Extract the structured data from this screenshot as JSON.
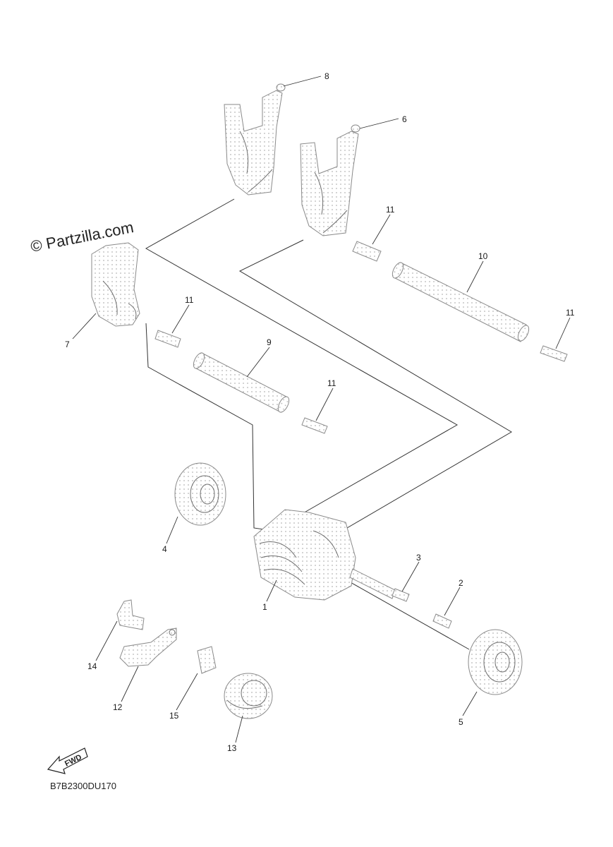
{
  "watermark": "© Partzilla.com",
  "diagram_code": "B7B2300DU170",
  "fwd_label": "FWD",
  "callouts": {
    "c1": "1",
    "c2": "2",
    "c3": "3",
    "c4": "4",
    "c5": "5",
    "c6": "6",
    "c7": "7",
    "c8": "8",
    "c9": "9",
    "c10": "10",
    "c11a": "11",
    "c11b": "11",
    "c11c": "11",
    "c11d": "11",
    "c12": "12",
    "c13": "13",
    "c14": "14",
    "c15": "15"
  }
}
